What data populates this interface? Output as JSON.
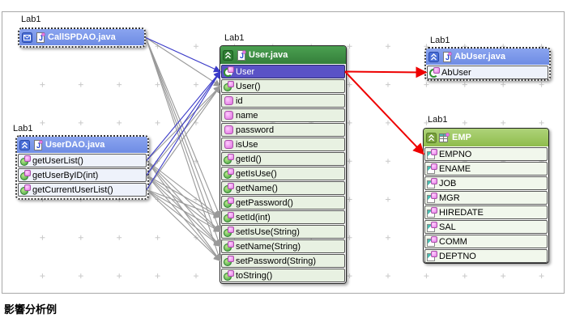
{
  "caption": "影響分析例",
  "colors": {
    "edge_blue": "#3a3ac8",
    "edge_gray": "#999999",
    "edge_red": "#ee0000",
    "grid_mark": "#c9c9c9"
  },
  "boxes": [
    {
      "id": "callspdao",
      "label": "Lab1",
      "title": "CallSPDAO.java",
      "header_icons": [
        "envelope-icon",
        "java-file-icon"
      ],
      "rows": []
    },
    {
      "id": "userdao",
      "label": "Lab1",
      "title": "UserDAO.java",
      "header_icons": [
        "chevron-up-icon",
        "java-file-icon"
      ],
      "rows": [
        {
          "text": "getUserList()",
          "kind": "method"
        },
        {
          "text": "getUserByID(int)",
          "kind": "method"
        },
        {
          "text": "getCurrentUserList()",
          "kind": "method"
        }
      ]
    },
    {
      "id": "user",
      "label": "Lab1",
      "title": "User.java",
      "header_icons": [
        "chevron-up-icon",
        "java-file-icon"
      ],
      "rows": [
        {
          "text": "User",
          "kind": "class",
          "selected": true
        },
        {
          "text": "User()",
          "kind": "method"
        },
        {
          "text": "id",
          "kind": "field"
        },
        {
          "text": "name",
          "kind": "field"
        },
        {
          "text": "password",
          "kind": "field"
        },
        {
          "text": "isUse",
          "kind": "field"
        },
        {
          "text": "getId()",
          "kind": "method"
        },
        {
          "text": "getIsUse()",
          "kind": "method"
        },
        {
          "text": "getName()",
          "kind": "method"
        },
        {
          "text": "getPassword()",
          "kind": "method"
        },
        {
          "text": "setId(int)",
          "kind": "method"
        },
        {
          "text": "setIsUse(String)",
          "kind": "method"
        },
        {
          "text": "setName(String)",
          "kind": "method"
        },
        {
          "text": "setPassword(String)",
          "kind": "method"
        },
        {
          "text": "toString()",
          "kind": "method"
        }
      ]
    },
    {
      "id": "abuser",
      "label": "Lab1",
      "title": "AbUser.java",
      "header_icons": [
        "chevron-up-icon",
        "java-file-icon"
      ],
      "rows": [
        {
          "text": "AbUser",
          "kind": "class"
        }
      ]
    },
    {
      "id": "emp",
      "label": "Lab1",
      "title": "EMP",
      "header_icons": [
        "chevron-up-icon",
        "table-icon"
      ],
      "rows": [
        {
          "text": "EMPNO",
          "kind": "column"
        },
        {
          "text": "ENAME",
          "kind": "column"
        },
        {
          "text": "JOB",
          "kind": "column"
        },
        {
          "text": "MGR",
          "kind": "column"
        },
        {
          "text": "HIREDATE",
          "kind": "column"
        },
        {
          "text": "SAL",
          "kind": "column"
        },
        {
          "text": "COMM",
          "kind": "column"
        },
        {
          "text": "DEPTNO",
          "kind": "column"
        }
      ]
    }
  ],
  "edges": [
    {
      "from": "callspdao",
      "fromRow": null,
      "to": "user",
      "toRow": 1,
      "color": "gray"
    },
    {
      "from": "callspdao",
      "fromRow": null,
      "to": "user",
      "toRow": 10,
      "color": "gray"
    },
    {
      "from": "callspdao",
      "fromRow": null,
      "to": "user",
      "toRow": 11,
      "color": "gray"
    },
    {
      "from": "callspdao",
      "fromRow": null,
      "to": "user",
      "toRow": 12,
      "color": "gray"
    },
    {
      "from": "callspdao",
      "fromRow": null,
      "to": "user",
      "toRow": 13,
      "color": "gray"
    },
    {
      "from": "userdao",
      "fromRow": 0,
      "to": "user",
      "toRow": 1,
      "color": "gray"
    },
    {
      "from": "userdao",
      "fromRow": 0,
      "to": "user",
      "toRow": 10,
      "color": "gray"
    },
    {
      "from": "userdao",
      "fromRow": 0,
      "to": "user",
      "toRow": 11,
      "color": "gray"
    },
    {
      "from": "userdao",
      "fromRow": 0,
      "to": "user",
      "toRow": 12,
      "color": "gray"
    },
    {
      "from": "userdao",
      "fromRow": 0,
      "to": "user",
      "toRow": 13,
      "color": "gray"
    },
    {
      "from": "userdao",
      "fromRow": 1,
      "to": "user",
      "toRow": 1,
      "color": "gray"
    },
    {
      "from": "userdao",
      "fromRow": 1,
      "to": "user",
      "toRow": 10,
      "color": "gray"
    },
    {
      "from": "userdao",
      "fromRow": 1,
      "to": "user",
      "toRow": 11,
      "color": "gray"
    },
    {
      "from": "userdao",
      "fromRow": 1,
      "to": "user",
      "toRow": 12,
      "color": "gray"
    },
    {
      "from": "userdao",
      "fromRow": 1,
      "to": "user",
      "toRow": 13,
      "color": "gray"
    },
    {
      "from": "userdao",
      "fromRow": 2,
      "to": "user",
      "toRow": 1,
      "color": "gray"
    },
    {
      "from": "userdao",
      "fromRow": 2,
      "to": "user",
      "toRow": 10,
      "color": "gray"
    },
    {
      "from": "userdao",
      "fromRow": 2,
      "to": "user",
      "toRow": 11,
      "color": "gray"
    },
    {
      "from": "userdao",
      "fromRow": 2,
      "to": "user",
      "toRow": 12,
      "color": "gray"
    },
    {
      "from": "userdao",
      "fromRow": 2,
      "to": "user",
      "toRow": 13,
      "color": "gray"
    },
    {
      "from": "callspdao",
      "fromRow": null,
      "to": "user",
      "toRow": 0,
      "color": "blue"
    },
    {
      "from": "userdao",
      "fromRow": 0,
      "to": "user",
      "toRow": 0,
      "color": "blue"
    },
    {
      "from": "userdao",
      "fromRow": 1,
      "to": "user",
      "toRow": 0,
      "color": "blue"
    },
    {
      "from": "userdao",
      "fromRow": 2,
      "to": "user",
      "toRow": 0,
      "color": "blue"
    },
    {
      "from": "user",
      "fromRow": 0,
      "to": "abuser",
      "toRow": 0,
      "color": "red"
    },
    {
      "from": "user",
      "fromRow": 0,
      "to": "emp",
      "toRow": 0,
      "color": "red"
    }
  ]
}
